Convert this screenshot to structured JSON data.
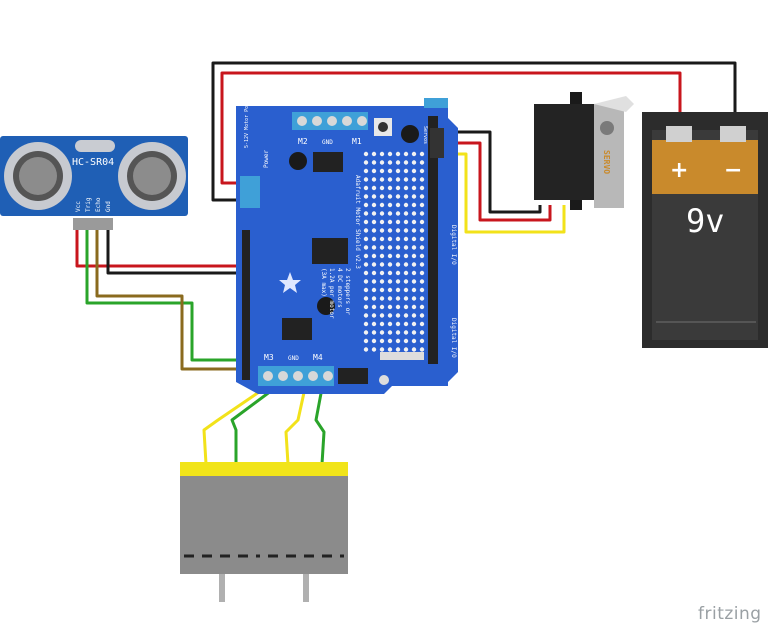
{
  "sensor": {
    "label": "HC-SR04",
    "pins": [
      "Vcc",
      "Trig",
      "Echo",
      "Gnd"
    ]
  },
  "shield": {
    "title_line1": "Adafruit Motor Shield v2.3",
    "title_line2": "2 steppers or",
    "title_line3": "4 DC motors",
    "title_line4": "1.2A per motor",
    "title_line5": "(3A max)",
    "m1": "M1",
    "m2": "M2",
    "m3": "M3",
    "m4": "M4",
    "gnd_top": "GND",
    "gnd_bottom": "GND",
    "power": "Power",
    "motor_label": "5-12V Motor Power",
    "digital_left": "Digital I/O",
    "digital_right": "Digital I/O",
    "servo_label": "Servos"
  },
  "servo": {
    "label": "SERVO"
  },
  "battery": {
    "plus": "+",
    "minus": "−",
    "voltage": "9v"
  },
  "brand": "fritzing",
  "colors": {
    "red": "#c8161d",
    "black": "#1a1a1a",
    "green": "#2aa42a",
    "brown": "#8a6a1e",
    "yellow": "#f2e21a",
    "board": "#2a5fcf",
    "sensor": "#1f5fb5",
    "battery_body": "#3a3a3a",
    "battery_top": "#c98a2c"
  }
}
